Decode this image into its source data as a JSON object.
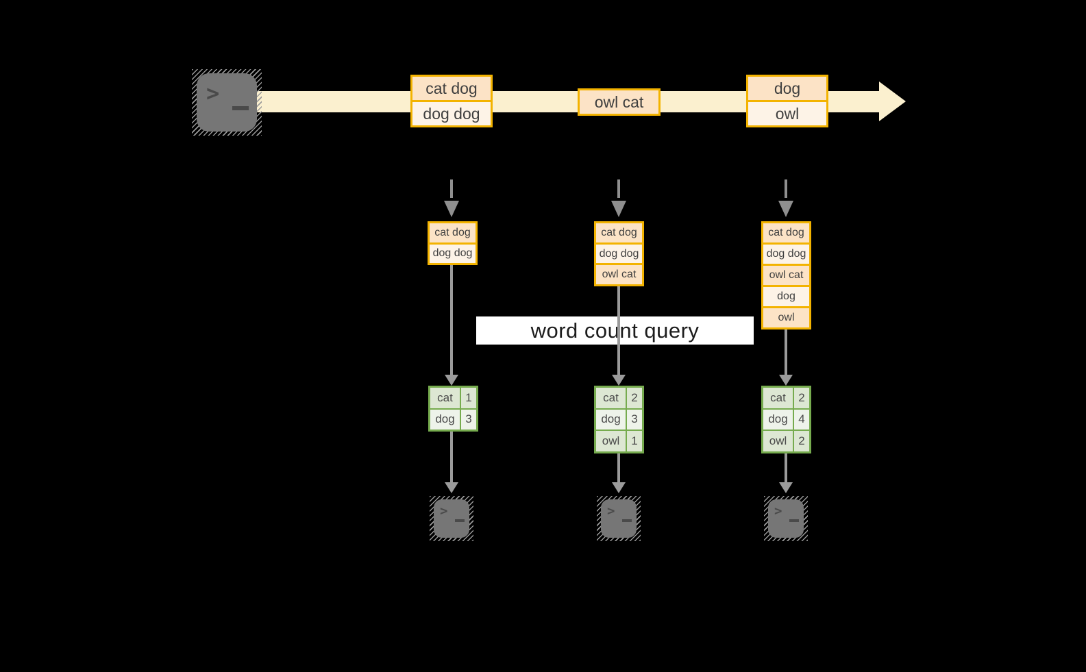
{
  "query": {
    "label": "word count query"
  },
  "terminal": {
    "prompt_char": ">"
  },
  "stream": {
    "boxes": [
      {
        "cells": [
          "cat dog",
          "dog dog"
        ]
      },
      {
        "cells": [
          "owl cat"
        ]
      },
      {
        "cells": [
          "dog",
          "owl"
        ]
      }
    ]
  },
  "columns": [
    {
      "stack": [
        "cat dog",
        "dog dog"
      ],
      "table": [
        {
          "word": "cat",
          "count": "1"
        },
        {
          "word": "dog",
          "count": "3"
        }
      ]
    },
    {
      "stack": [
        "cat dog",
        "dog dog",
        "owl cat"
      ],
      "table": [
        {
          "word": "cat",
          "count": "2"
        },
        {
          "word": "dog",
          "count": "3"
        },
        {
          "word": "owl",
          "count": "1"
        }
      ]
    },
    {
      "stack": [
        "cat dog",
        "dog dog",
        "owl cat",
        "dog",
        "owl"
      ],
      "table": [
        {
          "word": "cat",
          "count": "2"
        },
        {
          "word": "dog",
          "count": "4"
        },
        {
          "word": "owl",
          "count": "2"
        }
      ]
    }
  ],
  "palette": {
    "stream_band": "#FBF0CF",
    "accent_gold": "#F3B300",
    "record_peach": "#FCE3C6",
    "record_cream": "#FDF3E7",
    "table_green_border": "#76AB4E",
    "table_sage_dark": "#DDE7D3",
    "table_sage_light": "#EEF3EA",
    "arrow_gray": "#9B9B9B",
    "terminal_gray": "#767676",
    "query_bg": "#FFFFFF",
    "query_text": "#1C1C1C"
  }
}
